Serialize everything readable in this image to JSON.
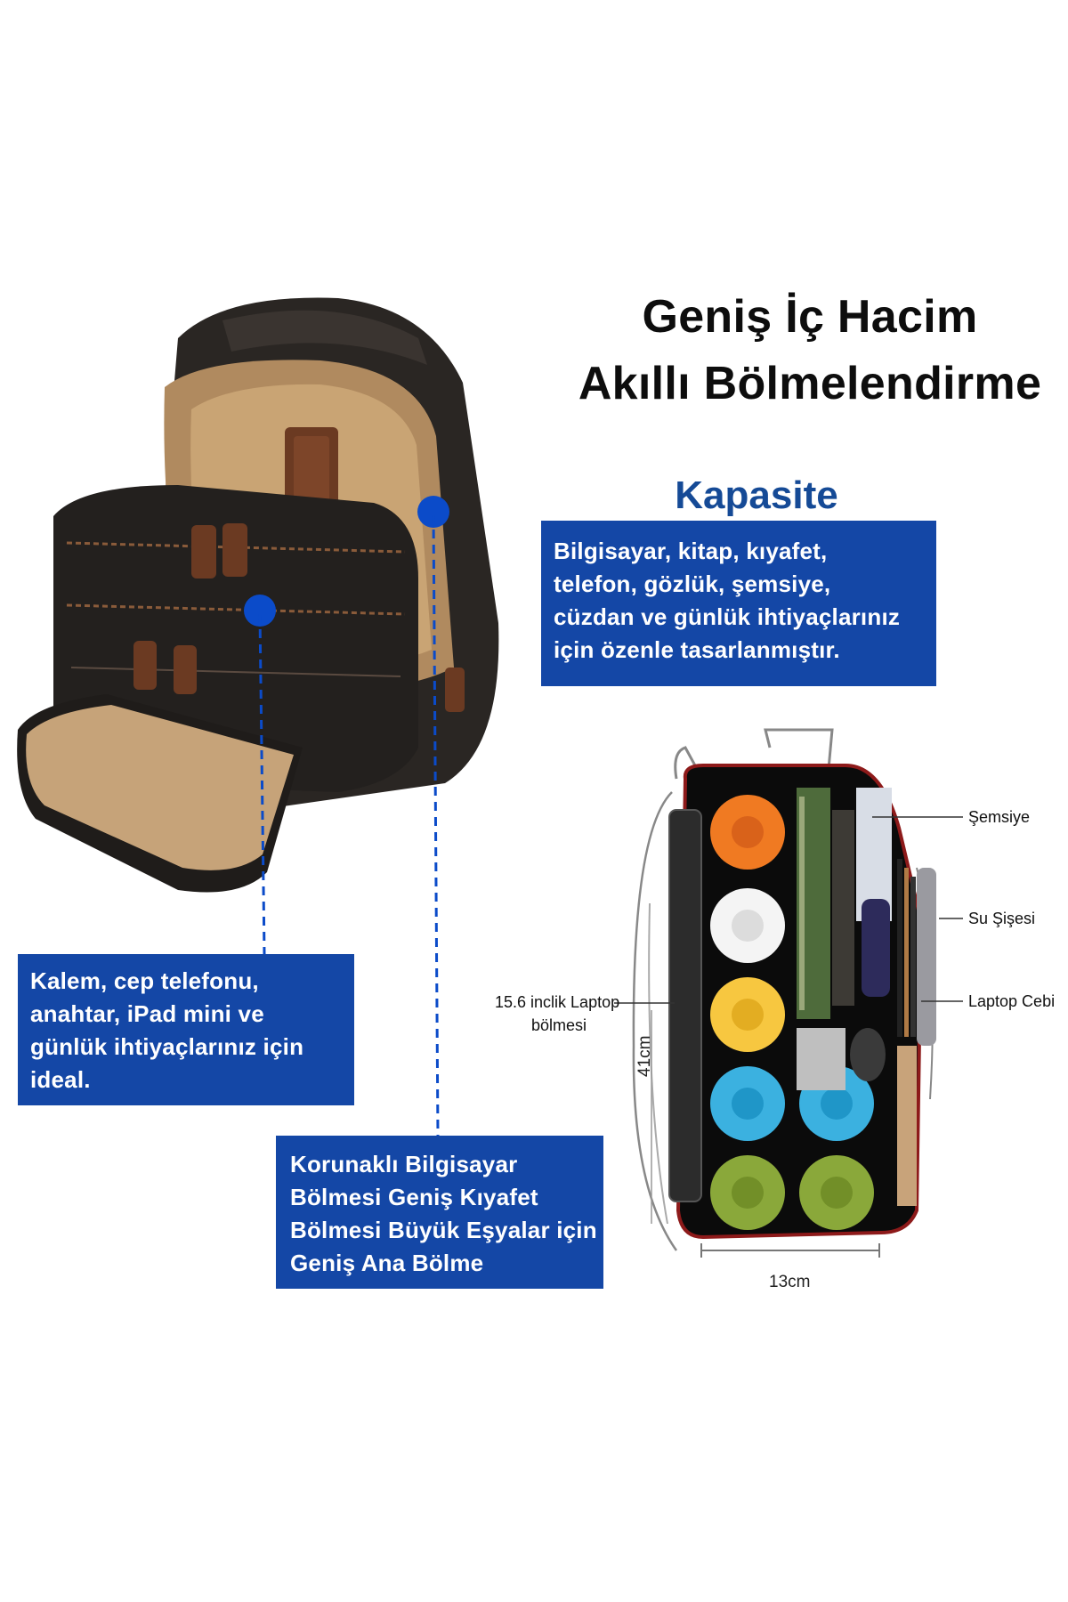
{
  "heading": {
    "line1": "Geniş İç Hacim",
    "line2": "Akıllı Bölmelendirme"
  },
  "capacity": {
    "title": "Kapasite",
    "lines": [
      "Bilgisayar, kitap, kıyafet,",
      "telefon, gözlük, şemsiye,",
      "cüzdan ve günlük ihtiyaçlarınız",
      "için özenle tasarlanmıştır."
    ]
  },
  "front_pocket_box": {
    "lines": [
      "Kalem, cep telefonu,",
      "anahtar, iPad mini ve",
      "günlük ihtiyaçlarınız için",
      "ideal."
    ]
  },
  "main_compartment_box": {
    "lines": [
      "Korunaklı Bilgisayar",
      "Bölmesi Geniş Kıyafet",
      "Bölmesi Büyük Eşyalar için",
      "Geniş Ana Bölme"
    ]
  },
  "diagram": {
    "labels": {
      "umbrella": "Şemsiye",
      "water_bottle": "Su Şişesi",
      "laptop_pocket": "Laptop Cebi",
      "laptop_compartment_line1": "15.6 inclik Laptop",
      "laptop_compartment_line2": "bölmesi"
    },
    "height_dim": "41cm",
    "width_dim": "13cm"
  },
  "colors": {
    "accent_blue": "#1447a6",
    "title_blue": "#154a96",
    "marker_blue": "#0b4bc9"
  }
}
